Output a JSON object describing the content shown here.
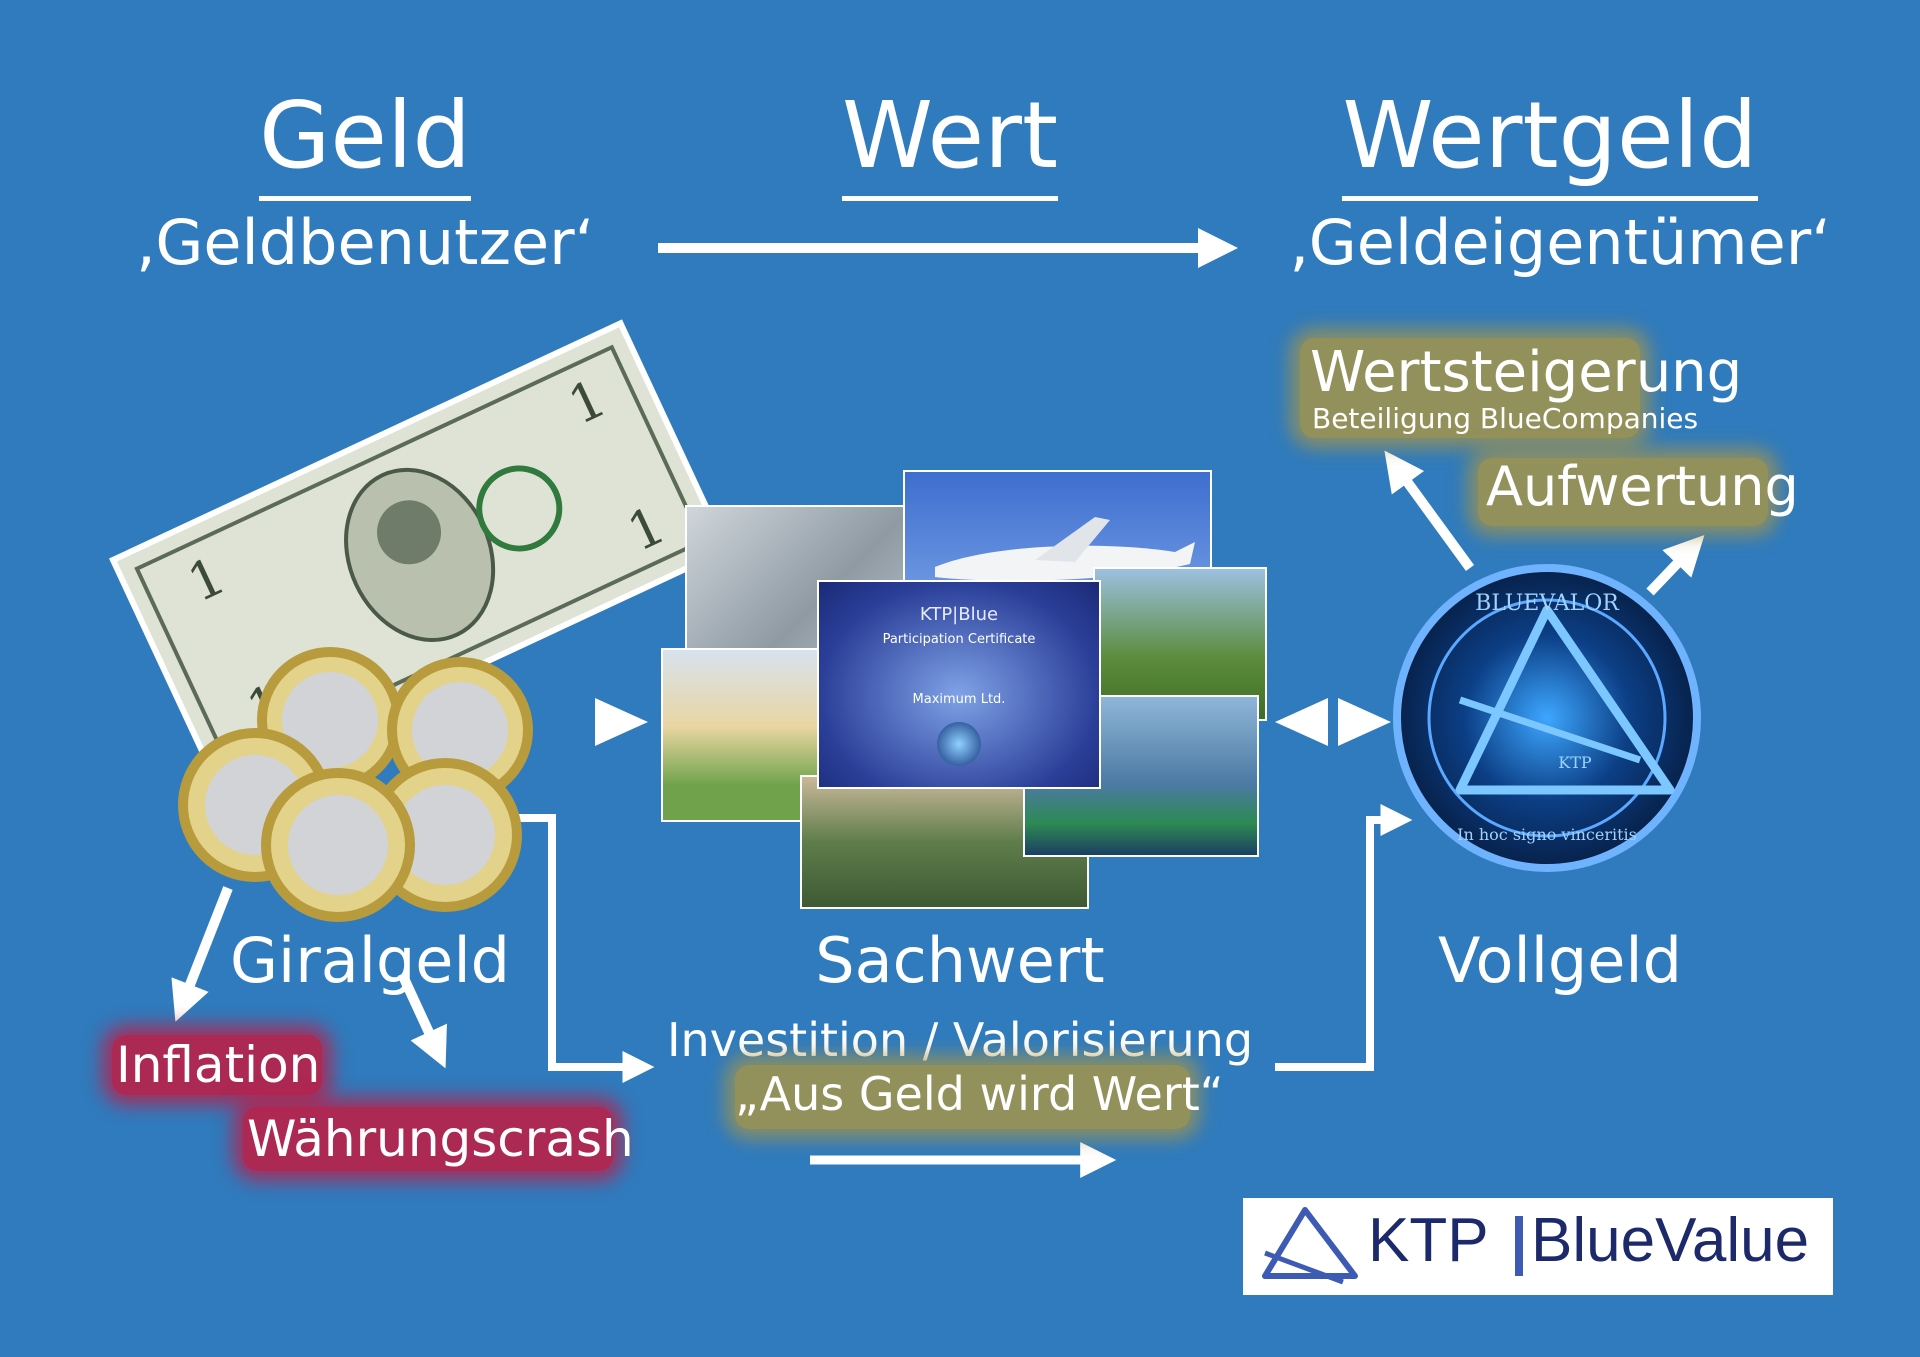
{
  "header": {
    "left_title": "Geld",
    "left_subtitle": "‚Geldbenutzer‘",
    "middle_title": "Wert",
    "right_title": "Wertgeld",
    "right_subtitle": "‚Geldeigentümer‘"
  },
  "left": {
    "label": "Giralgeld",
    "risk1": "Inflation",
    "risk2": "Währungscrash"
  },
  "middle": {
    "label": "Sachwert",
    "caption": "Investition / Valorisierung",
    "quote": "„Aus Geld wird Wert“",
    "certificate": {
      "brand": "KTP|Blue",
      "title": "Participation Certificate",
      "company": "Maximum Ltd."
    }
  },
  "right": {
    "label": "Vollgeld",
    "gain_title": "Wertsteigerung",
    "gain_sub": "Beteiligung BlueCompanies",
    "appreciation": "Aufwertung",
    "coin_top": "BLUEVALOR",
    "coin_mid": "KTP",
    "coin_bottom": "In hoc signo vinceritis"
  },
  "logo": {
    "text_a": "KTP",
    "text_b": "BlueValue"
  },
  "colors": {
    "background": "#2f7bbd",
    "highlight_gold": "#aa9646",
    "highlight_red": "#be1e46",
    "logo_navy": "#1c2a6b"
  }
}
